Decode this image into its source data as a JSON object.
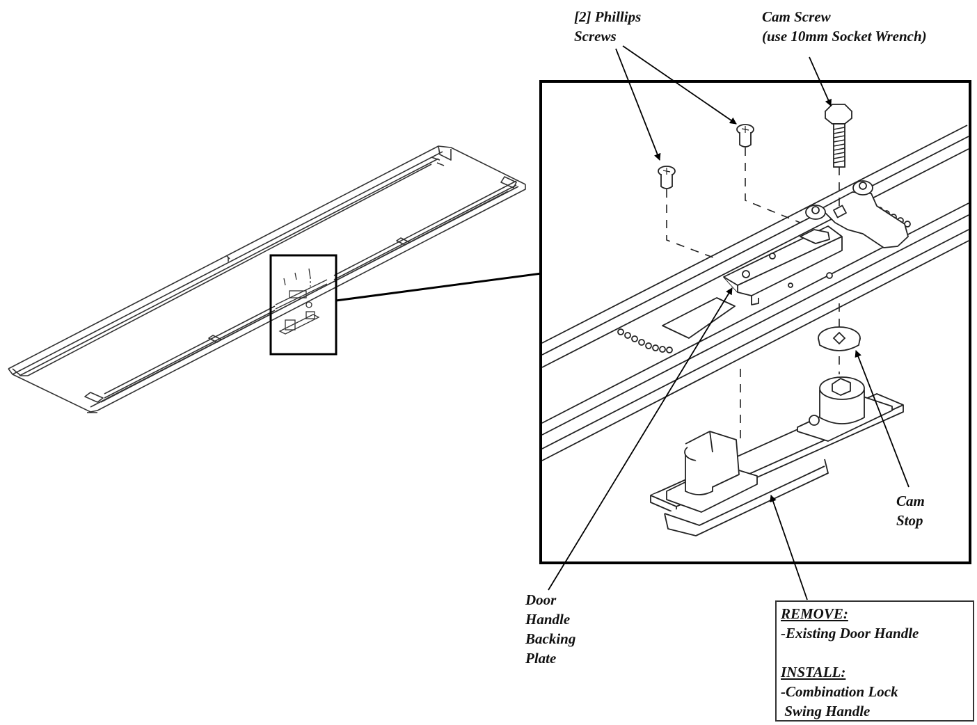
{
  "labels": {
    "phillips_screws": [
      "[2] Phillips",
      "Screws"
    ],
    "cam_screw": [
      "Cam Screw",
      "(use 10mm Socket Wrench)"
    ],
    "cam_stop": [
      "Cam",
      "Stop"
    ],
    "door_handle_backing_plate": [
      "Door",
      "Handle",
      "Backing",
      "Plate"
    ]
  },
  "instructions": {
    "remove_heading": "REMOVE:",
    "remove_item": "-Existing Door Handle",
    "install_heading": "INSTALL:",
    "install_item_1": "-Combination Lock",
    "install_item_2": " Swing Handle"
  }
}
